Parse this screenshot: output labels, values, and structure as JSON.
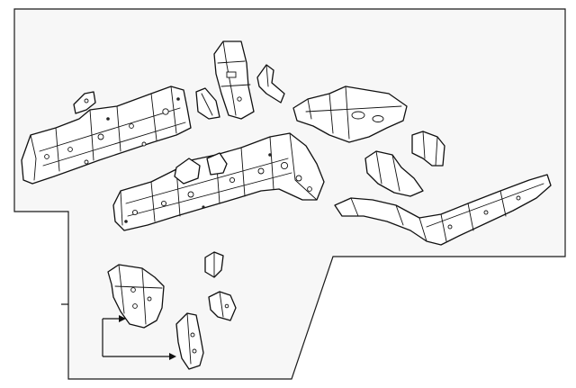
{
  "diagram": {
    "type": "exploded-parts-illustration",
    "background_color": "#ffffff",
    "panel_color": "#f7f7f7",
    "line_color": "#111111",
    "parts": [
      {
        "id": "left-front-side-member"
      },
      {
        "id": "small-bracket-upper-left"
      },
      {
        "id": "small-gusset"
      },
      {
        "id": "upper-apron-bracket-tall"
      },
      {
        "id": "hook-bracket"
      },
      {
        "id": "dash-panel-reinforcement"
      },
      {
        "id": "right-front-side-member"
      },
      {
        "id": "small-channel-bracket"
      },
      {
        "id": "rear-extension-bracket"
      },
      {
        "id": "right-floor-side-member"
      },
      {
        "id": "lower-box-bracket"
      },
      {
        "id": "small-clip-bracket"
      },
      {
        "id": "small-angle-bracket"
      },
      {
        "id": "lower-mount-bracket"
      }
    ],
    "callouts": [
      {
        "from": "lower-box-bracket",
        "to": "lower-mount-bracket"
      }
    ]
  }
}
